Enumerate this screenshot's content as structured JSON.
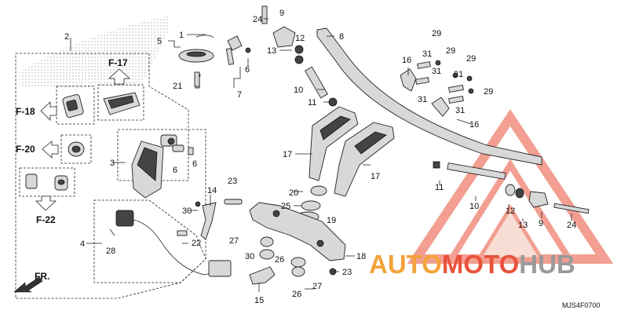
{
  "diagram": {
    "callouts": {
      "c1": "1",
      "c2": "2",
      "c3": "3",
      "c4": "4",
      "c5": "5",
      "c6a": "6",
      "c6b": "6",
      "c6c": "6",
      "c7": "7",
      "c8": "8",
      "c9a": "9",
      "c9b": "9",
      "c10a": "10",
      "c10b": "10",
      "c11a": "11",
      "c11b": "11",
      "c12a": "12",
      "c12b": "12",
      "c13a": "13",
      "c13b": "13",
      "c14": "14",
      "c15": "15",
      "c16a": "16",
      "c16b": "16",
      "c17a": "17",
      "c17b": "17",
      "c18": "18",
      "c19": "19",
      "c20": "20",
      "c21": "21",
      "c22": "22",
      "c23a": "23",
      "c23b": "23",
      "c24a": "24",
      "c24b": "24",
      "c25": "25",
      "c26a": "26",
      "c26b": "26",
      "c27a": "27",
      "c27b": "27",
      "c28": "28",
      "c29a": "29",
      "c29b": "29",
      "c29c": "29",
      "c29d": "29",
      "c30a": "30",
      "c30b": "30",
      "c31a": "31",
      "c31b": "31",
      "c31c": "31",
      "c31d": "31"
    },
    "refs": {
      "f17": "F-17",
      "f18": "F-18",
      "f20": "F-20",
      "f22": "F-22",
      "fr": "FR."
    },
    "drawing_code": "MJS4F0700",
    "watermark": {
      "part1": "AUTO",
      "part2": "MOTO",
      "part3": "HUB",
      "color_orange": "#f2a33a",
      "color_red": "#e8523a",
      "color_gray": "#9a9a9a"
    }
  }
}
